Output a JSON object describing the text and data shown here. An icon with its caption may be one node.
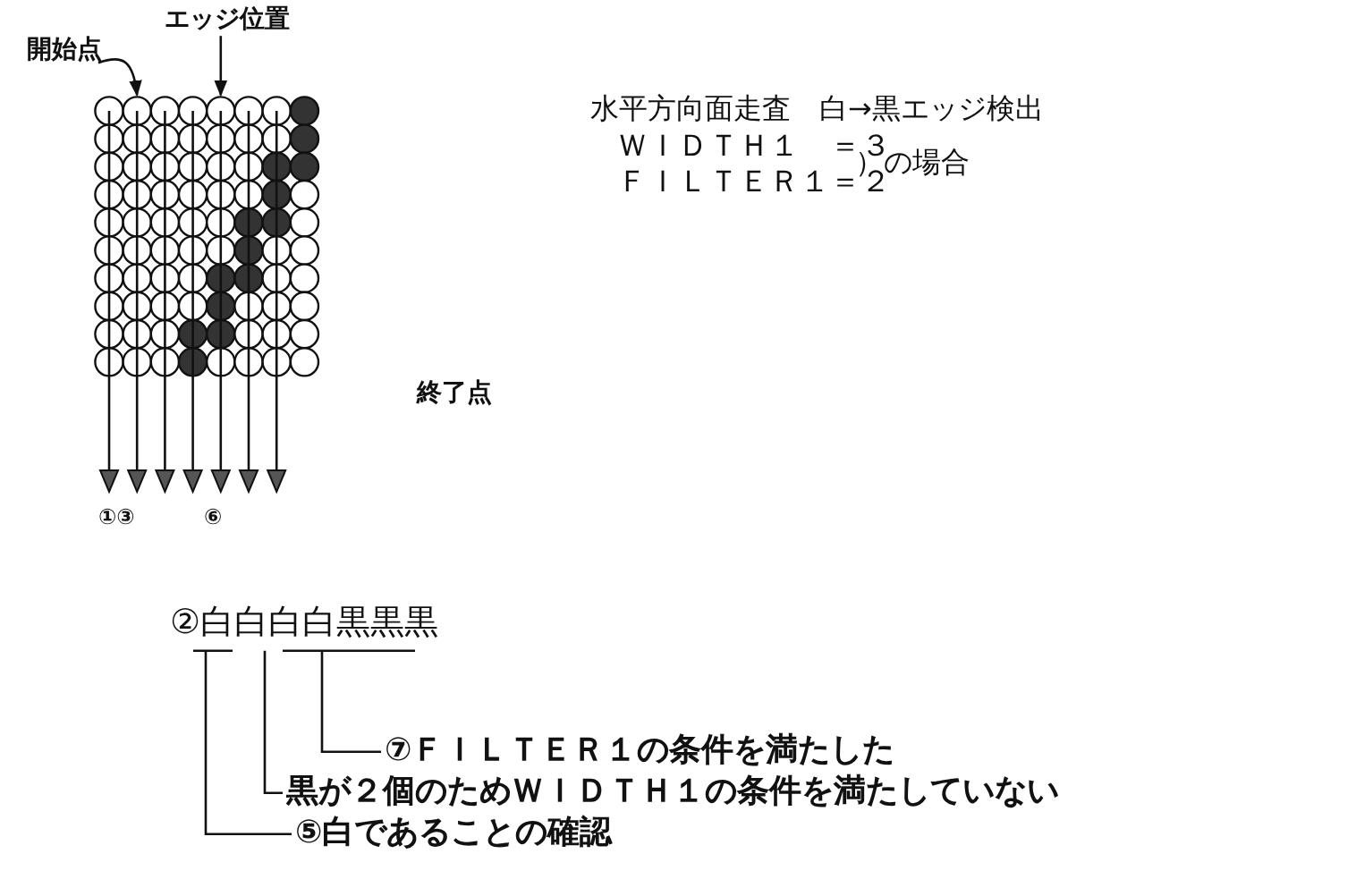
{
  "diagram": {
    "nodes": [
      {
        "text": [
          "開始点"
        ]
      },
      {
        "text": [
          "エッジ位置"
        ]
      },
      {
        "text": [
          "②白白白白黒黒黒"
        ]
      },
      {
        "text": [
          "⑦ＦＩＬＴＥＲ１の条件を満たした"
        ]
      },
      {
        "text": [
          "黒が２個のためＷＩＤＴＨ１の条件を満たしていない"
        ]
      },
      {
        "text": [
          "⑤白であることの確認"
        ]
      },
      {
        "text": [],
        "shape": "circle"
      },
      {
        "text": [],
        "shape": "circle"
      }
    ],
    "edges": [
      {
        "from": 0,
        "to": 6,
        "arrow": "to"
      },
      {
        "from": 1,
        "to": 7,
        "arrow": "to"
      },
      {
        "from": 3,
        "to": 2,
        "arrow": "none"
      },
      {
        "from": 4,
        "to": 2,
        "arrow": "none"
      },
      {
        "from": 5,
        "to": 2,
        "arrow": "none"
      }
    ],
    "labels": [
      "水平方向面走査　白→黒エッジ検出",
      "ＷＩＤＴＨ１　＝３",
      "ＦＩＬＴＥＲ１＝２",
      "）の場合",
      "終了点",
      "①③",
      "⑥"
    ]
  }
}
